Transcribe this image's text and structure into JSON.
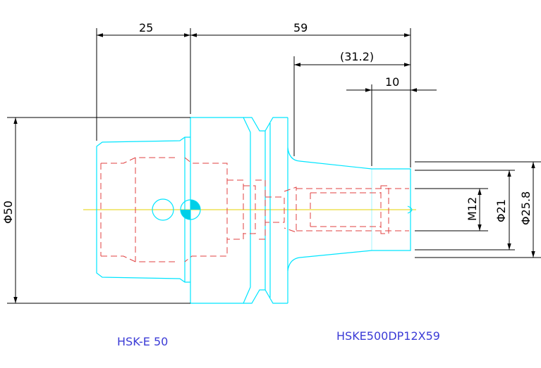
{
  "dimensions": {
    "top_left": "25",
    "top_right": "59",
    "mid": "(31.2)",
    "small": "10",
    "left_dia": "Φ50",
    "thread": "M12",
    "dia21": "Φ21",
    "dia258": "Φ25.8"
  },
  "labels": {
    "left_part": "HSK-E 50",
    "right_part": "HSKE500DP12X59"
  },
  "colors": {
    "outline": "#00e5ff",
    "hidden": "#e04040",
    "dimension": "#000000",
    "label": "#3b3bd6",
    "centerline": "#e6d000"
  }
}
